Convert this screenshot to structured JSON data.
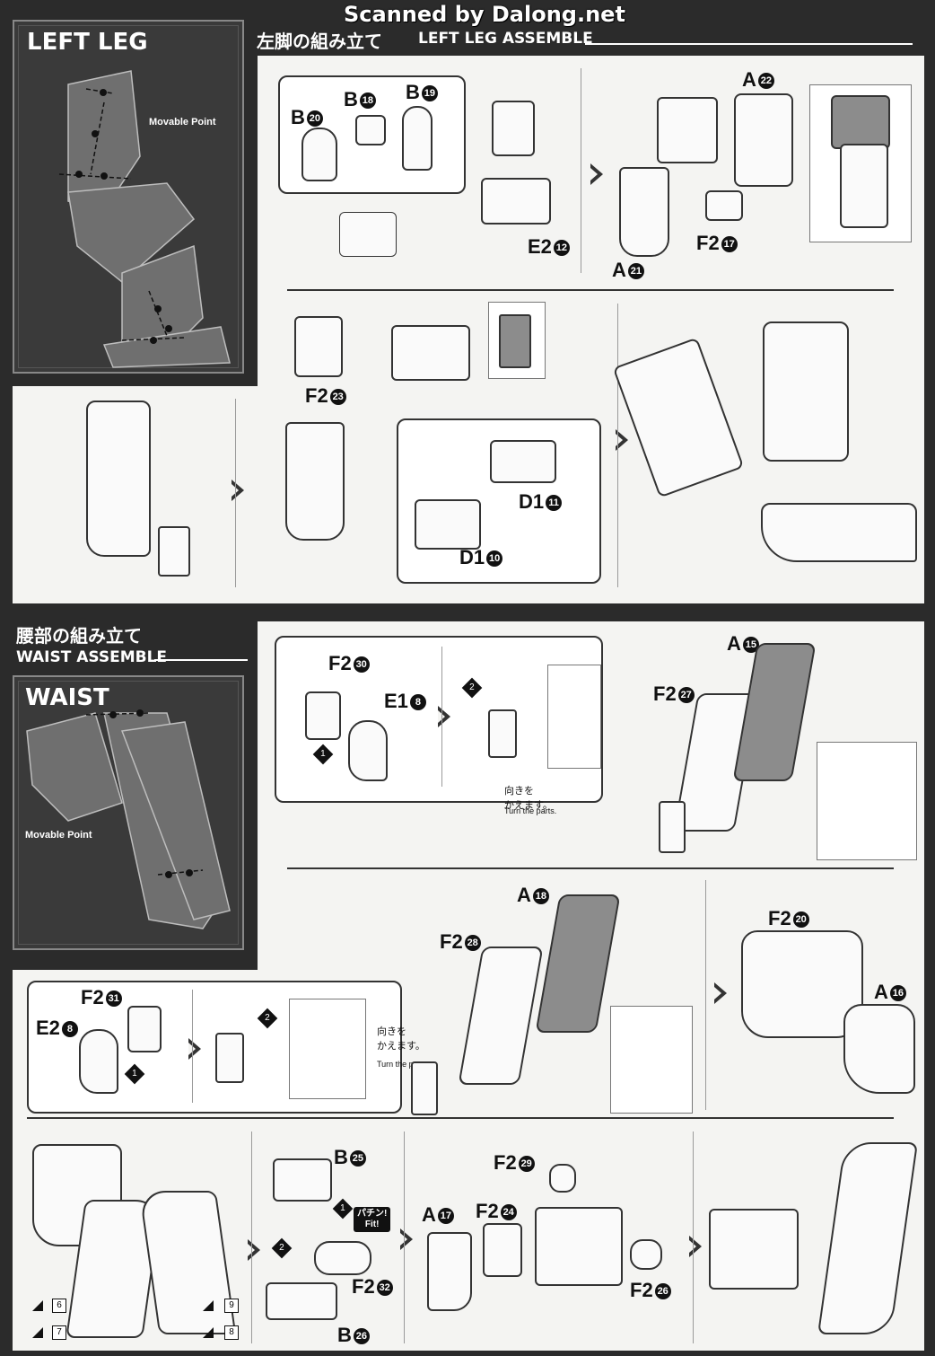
{
  "header": {
    "scan_credit": "Scanned by Dalong.net"
  },
  "left_leg": {
    "heading_jp": "左脚の組み立て",
    "heading_en": "LEFT LEG ASSEMBLE",
    "box_title": "LEFT LEG",
    "movable_point": "Movable Point",
    "labels": {
      "b20": "B",
      "b20n": "20",
      "b18": "B",
      "b18n": "18",
      "b19": "B",
      "b19n": "19",
      "e2_12": "E2",
      "e2_12n": "12",
      "a22": "A",
      "a22n": "22",
      "a21": "A",
      "a21n": "21",
      "f2_17": "F2",
      "f2_17n": "17",
      "f2_23": "F2",
      "f2_23n": "23",
      "d1_11": "D1",
      "d1_11n": "11",
      "d1_10": "D1",
      "d1_10n": "10"
    }
  },
  "waist": {
    "heading_jp": "腰部の組み立て",
    "heading_en": "WAIST ASSEMBLE",
    "box_title": "WAIST",
    "movable_point": "Movable Point",
    "turn_jp": "向きを\nかえます。",
    "turn_en": "Turn the parts.",
    "fit_jp": "パチン!",
    "fit_en": "Fit!",
    "labels": {
      "f2_30": "F2",
      "f2_30n": "30",
      "e1_8": "E1",
      "e1_8n": "8",
      "a15": "A",
      "a15n": "15",
      "f2_27": "F2",
      "f2_27n": "27",
      "a18": "A",
      "a18n": "18",
      "f2_28": "F2",
      "f2_28n": "28",
      "f2_20": "F2",
      "f2_20n": "20",
      "a16": "A",
      "a16n": "16",
      "f2_31": "F2",
      "f2_31n": "31",
      "e2_8": "E2",
      "e2_8n": "8",
      "b25": "B",
      "b25n": "25",
      "f2_29": "F2",
      "f2_29n": "29",
      "a17": "A",
      "a17n": "17",
      "f2_24": "F2",
      "f2_24n": "24",
      "f2_32": "F2",
      "f2_32n": "32",
      "b26": "B",
      "b26n": "26",
      "f2_26": "F2",
      "f2_26n": "26"
    },
    "steps": [
      "1",
      "2"
    ],
    "refs": [
      "6",
      "7",
      "9",
      "8"
    ]
  }
}
